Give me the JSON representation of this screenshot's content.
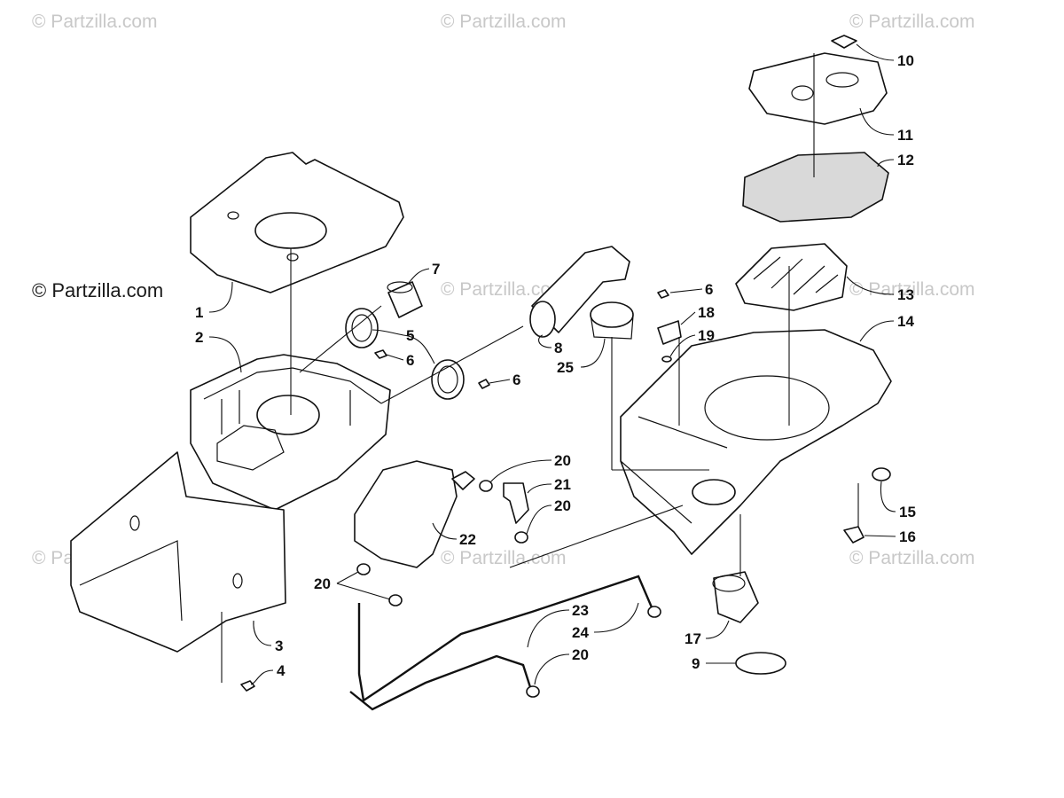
{
  "watermarks": [
    {
      "text": "© Partzilla.com",
      "style": "faint"
    },
    {
      "text": "© Partzilla.com",
      "style": "faint"
    },
    {
      "text": "© Partzilla.com",
      "style": "faint"
    },
    {
      "text": "© Partzilla.com",
      "style": "strong"
    },
    {
      "text": "© Partzilla.com",
      "style": "faint"
    },
    {
      "text": "© Partzilla.com",
      "style": "faint"
    },
    {
      "text": "© Partzilla.com",
      "style": "faint"
    },
    {
      "text": "© Partzilla.com",
      "style": "faint"
    },
    {
      "text": "© Partzilla.com",
      "style": "faint"
    }
  ],
  "callouts": {
    "c1": "1",
    "c2": "2",
    "c3": "3",
    "c4": "4",
    "c5": "5",
    "c6a": "6",
    "c6b": "6",
    "c6c": "6",
    "c7": "7",
    "c8": "8",
    "c9": "9",
    "c10": "10",
    "c11": "11",
    "c12": "12",
    "c13": "13",
    "c14": "14",
    "c15": "15",
    "c16": "16",
    "c17": "17",
    "c18": "18",
    "c19": "19",
    "c20a": "20",
    "c20b": "20",
    "c20c": "20",
    "c20d": "20",
    "c21": "21",
    "c22": "22",
    "c23": "23",
    "c24": "24",
    "c25": "25"
  },
  "colors": {
    "line": "#111111",
    "watermark": "#c8c8c8",
    "filter_foam": "#d9d9d9"
  }
}
